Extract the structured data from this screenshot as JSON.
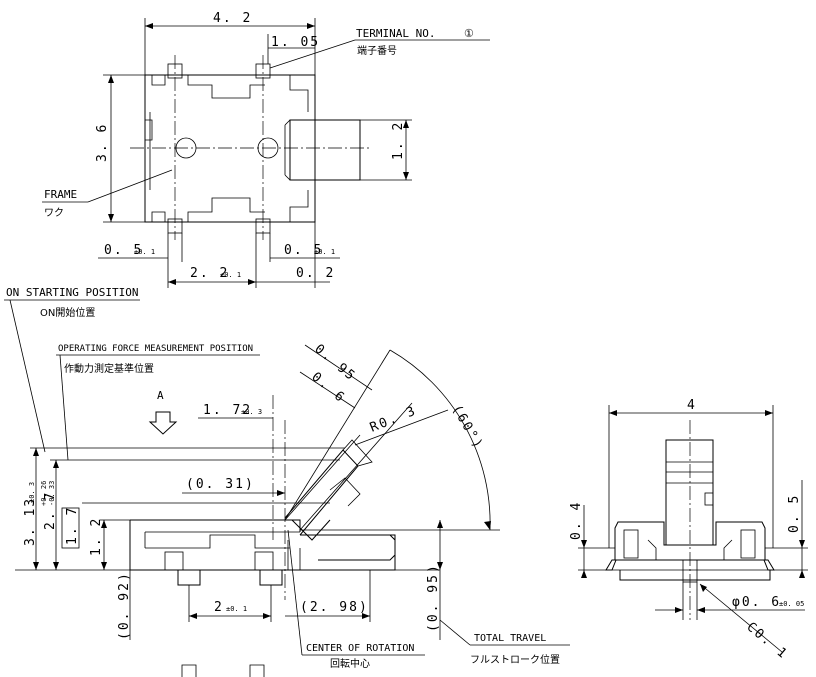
{
  "top_view": {
    "width": "4. 2",
    "terminal_offset": "1. 05",
    "height": "3. 6",
    "actuator_width": "1. 2",
    "pad_left": "0. 5",
    "pad_left_tol": "±0. 1",
    "pad_right": "0. 5",
    "pad_right_tol": "±0. 1",
    "pitch": "2. 2",
    "pitch_tol": "±0. 1",
    "edge": "0. 2",
    "terminal_label_en": "TERMINAL NO.",
    "terminal_number": "①",
    "terminal_label_jp": "端子番号",
    "frame_label_en": "FRAME",
    "frame_label_jp": "ワク"
  },
  "side_view": {
    "on_pos_en": "ON STARTING POSITION",
    "on_pos_jp": "ON開始位置",
    "force_pos_en": "OPERATING FORCE MEASUREMENT POSITION",
    "force_pos_jp": "作動力測定基準位置",
    "view_a": "A",
    "lever_095": "0. 95",
    "lever_06": "0. 6",
    "radius": "R0. 3",
    "angle": "(60°)",
    "dim_172": "1. 72",
    "dim_172_tol": "±0. 3",
    "dim_031": "(0. 31)",
    "dim_313": "3. 13",
    "dim_313_tol": "±0. 3",
    "dim_27": "2. 7",
    "dim_27_tol_plus": "+0. 26",
    "dim_27_tol_minus": "-0. 33",
    "dim_17": "1. 7",
    "dim_12": "1. 2",
    "dim_092": "(0. 92)",
    "dim_2": "2",
    "dim_2_tol": "±0. 1",
    "dim_298": "(2. 98)",
    "dim_095_right": "(0. 95)",
    "rotation_en": "CENTER OF ROTATION",
    "rotation_jp": "回転中心",
    "travel_en": "TOTAL TRAVEL",
    "travel_jp": "フルストローク位置"
  },
  "front_view": {
    "width": "4",
    "dim_04": "0. 4",
    "dim_05": "0. 5",
    "phi": "φ0. 6",
    "phi_tol": "±0. 05",
    "chamfer": "C0. 1"
  }
}
